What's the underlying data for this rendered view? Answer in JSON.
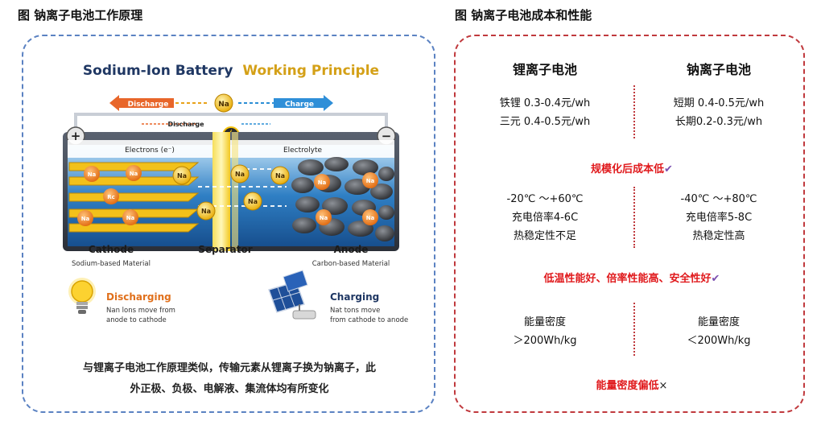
{
  "left_panel": {
    "title": "图 钠离子电池工作原理",
    "diagram": {
      "title_part1": "Sodium-Ion Battery",
      "title_part2": "Working Principle",
      "discharge_arrow_label": "Discharge",
      "charge_arrow_label": "Charge",
      "discharge_small_label": "Discharge",
      "na_symbol": "Na",
      "rc_symbol": "Rc",
      "electrons_label": "Electrons (e⁻)",
      "electrolyte_label": "Electrolyte",
      "plus_sign": "+",
      "minus_sign": "−",
      "cathode_label": "Cathode",
      "cathode_sub": "Sodium-based Material",
      "separator_label": "Separator",
      "anode_label": "Anode",
      "anode_sub": "Carbon-based Material",
      "discharging_title": "Discharging",
      "discharging_desc_1": "Nan lons move from",
      "discharging_desc_2": "anode to cathode",
      "charging_title": "Charging",
      "charging_desc_1": "Nat tons move",
      "charging_desc_2": "from cathode to anode"
    },
    "caption_line1": "与锂离子电池工作原理类似，传输元素从锂离子换为钠离子，此",
    "caption_line2": "外正极、负极、电解液、集流体均有所变化"
  },
  "right_panel": {
    "title": "图 钠离子电池成本和性能",
    "li_header": "锂离子电池",
    "na_header": "钠离子电池",
    "cost": {
      "li": [
        "铁锂 0.3-0.4元/wh",
        "三元 0.4-0.5元/wh"
      ],
      "na": [
        "短期 0.4-0.5元/wh",
        "长期0.2-0.3元/wh"
      ],
      "conclusion": "规模化后成本低"
    },
    "performance": {
      "li": [
        "-20℃ ～+60℃",
        "充电倍率4-6C",
        "热稳定性不足"
      ],
      "na": [
        "-40℃ ～+80℃",
        "充电倍率5-8C",
        "热稳定性高"
      ],
      "conclusion": "低温性能好、倍率性能高、安全性好"
    },
    "energy": {
      "li": [
        "能量密度",
        "＞200Wh/kg"
      ],
      "na": [
        "能量密度",
        "＜200Wh/kg"
      ],
      "conclusion": "能量密度偏低"
    },
    "check_mark": "✔",
    "cross_mark": "×"
  },
  "colors": {
    "left_border": "#5b82c2",
    "right_border": "#c0393d",
    "conclusion_red": "#e0191c",
    "title_navy": "#1f3763",
    "title_gold": "#d4a017",
    "na_ion_orange": "#f08a1c",
    "na_ion_gold": "#f4c20d"
  }
}
